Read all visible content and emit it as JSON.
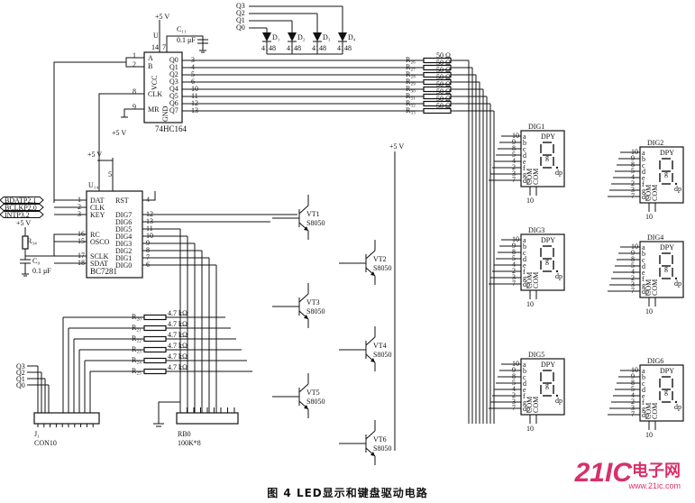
{
  "caption": "图 4   LED显示和键盘驱动电路",
  "watermark": {
    "logo": "21IC",
    "cn": "电子网",
    "url": "www.21ic.com"
  },
  "power": "+5 V",
  "shift_register": {
    "ref": "U₁",
    "part": "74HC164",
    "pins_left": [
      "A",
      "B",
      "CLK",
      "MR"
    ],
    "pins_right": [
      "Q0",
      "Q1",
      "Q2",
      "Q3",
      "Q4",
      "Q5",
      "Q6",
      "Q7"
    ],
    "vcc": "VCC",
    "gnd": "GND",
    "pin_nums_left": [
      "1",
      "2",
      "8",
      "9"
    ],
    "pin_nums_right": [
      "3",
      "4",
      "5",
      "6",
      "10",
      "11",
      "12",
      "13"
    ],
    "top_pins": [
      "14",
      "7"
    ]
  },
  "cap_top": {
    "ref": "C₁₁",
    "value": "0.1 μF"
  },
  "diodes": [
    {
      "ref": "D₁",
      "part": "4148"
    },
    {
      "ref": "D₂",
      "part": "4148"
    },
    {
      "ref": "D₃",
      "part": "4148"
    },
    {
      "ref": "D₄",
      "part": "4148"
    }
  ],
  "q_lines": [
    "Q3",
    "Q2",
    "Q1",
    "Q0"
  ],
  "seg_resistors": [
    {
      "ref": "R₂₆",
      "value": "50 Ω"
    },
    {
      "ref": "R₂₇",
      "value": "50 Ω"
    },
    {
      "ref": "R₂₈",
      "value": "50 Ω"
    },
    {
      "ref": "R₂₉",
      "value": "50 Ω"
    },
    {
      "ref": "R₃₀",
      "value": "50 Ω"
    },
    {
      "ref": "R₃₁",
      "value": "50 Ω"
    },
    {
      "ref": "R₃₂",
      "value": "50 Ω"
    },
    {
      "ref": "R₃₃",
      "value": "50 Ω"
    }
  ],
  "controller": {
    "ref": "U₁₄",
    "part": "BC7281",
    "pins_left": [
      "DAT",
      "CLK",
      "KEY",
      "RC",
      "OSCO",
      "SCLK",
      "SDAT"
    ],
    "pins_right": [
      "RST",
      "DIG7",
      "DIG6",
      "DIG5",
      "DIG4",
      "DIG3",
      "DIG2",
      "DIG1",
      "DIG0"
    ],
    "pin_nums_left": [
      "1",
      "2",
      "3",
      "16",
      "15",
      "17",
      "18"
    ],
    "pin_nums_right": [
      "4",
      "12",
      "13",
      "11",
      "10",
      "9",
      "8",
      "7",
      "6"
    ],
    "top_pin": "5"
  },
  "bus_signals": [
    "BDATP2.1",
    "BCLKP2.0",
    "INTP3.2"
  ],
  "rc_parts": {
    "r": "R₃₄",
    "c": "C₉",
    "c_value": "0.1 μF"
  },
  "transistors": [
    {
      "ref": "VT1",
      "part": "S8050"
    },
    {
      "ref": "VT2",
      "part": "S8050"
    },
    {
      "ref": "VT3",
      "part": "S8050"
    },
    {
      "ref": "VT4",
      "part": "S8050"
    },
    {
      "ref": "VT5",
      "part": "S8050"
    },
    {
      "ref": "VT6",
      "part": "S8050"
    }
  ],
  "key_resistors": [
    {
      "ref": "R₂₀",
      "value": "4.7 kΩ"
    },
    {
      "ref": "R₂₁",
      "value": "4.7 kΩ"
    },
    {
      "ref": "R₂₂",
      "value": "4.7 kΩ"
    },
    {
      "ref": "R₂₃",
      "value": "4.7 kΩ"
    },
    {
      "ref": "R₂₄",
      "value": "4.7 kΩ"
    },
    {
      "ref": "R₂₅",
      "value": "4.7 kΩ"
    }
  ],
  "connector": {
    "ref": "J₁",
    "part": "CON10"
  },
  "resistor_net": {
    "ref": "RB0",
    "part": "100K*8"
  },
  "displays": [
    {
      "name": "DIG1",
      "label": "DPY"
    },
    {
      "name": "DIG2",
      "label": "DPY"
    },
    {
      "name": "DIG3",
      "label": "DPY"
    },
    {
      "name": "DIG4",
      "label": "DPY"
    },
    {
      "name": "DIG5",
      "label": "DPY"
    },
    {
      "name": "DIG6",
      "label": "DPY"
    }
  ],
  "dpy_pins": [
    "10",
    "9",
    "8",
    "5",
    "4",
    "2",
    "3",
    "7"
  ],
  "dpy_letters": [
    "a",
    "b",
    "c",
    "d",
    "e",
    "f",
    "g",
    "dp"
  ],
  "dpy_com": [
    "COM",
    "COM"
  ],
  "dpy_seg_g": "g",
  "dpy_dp": "dp"
}
